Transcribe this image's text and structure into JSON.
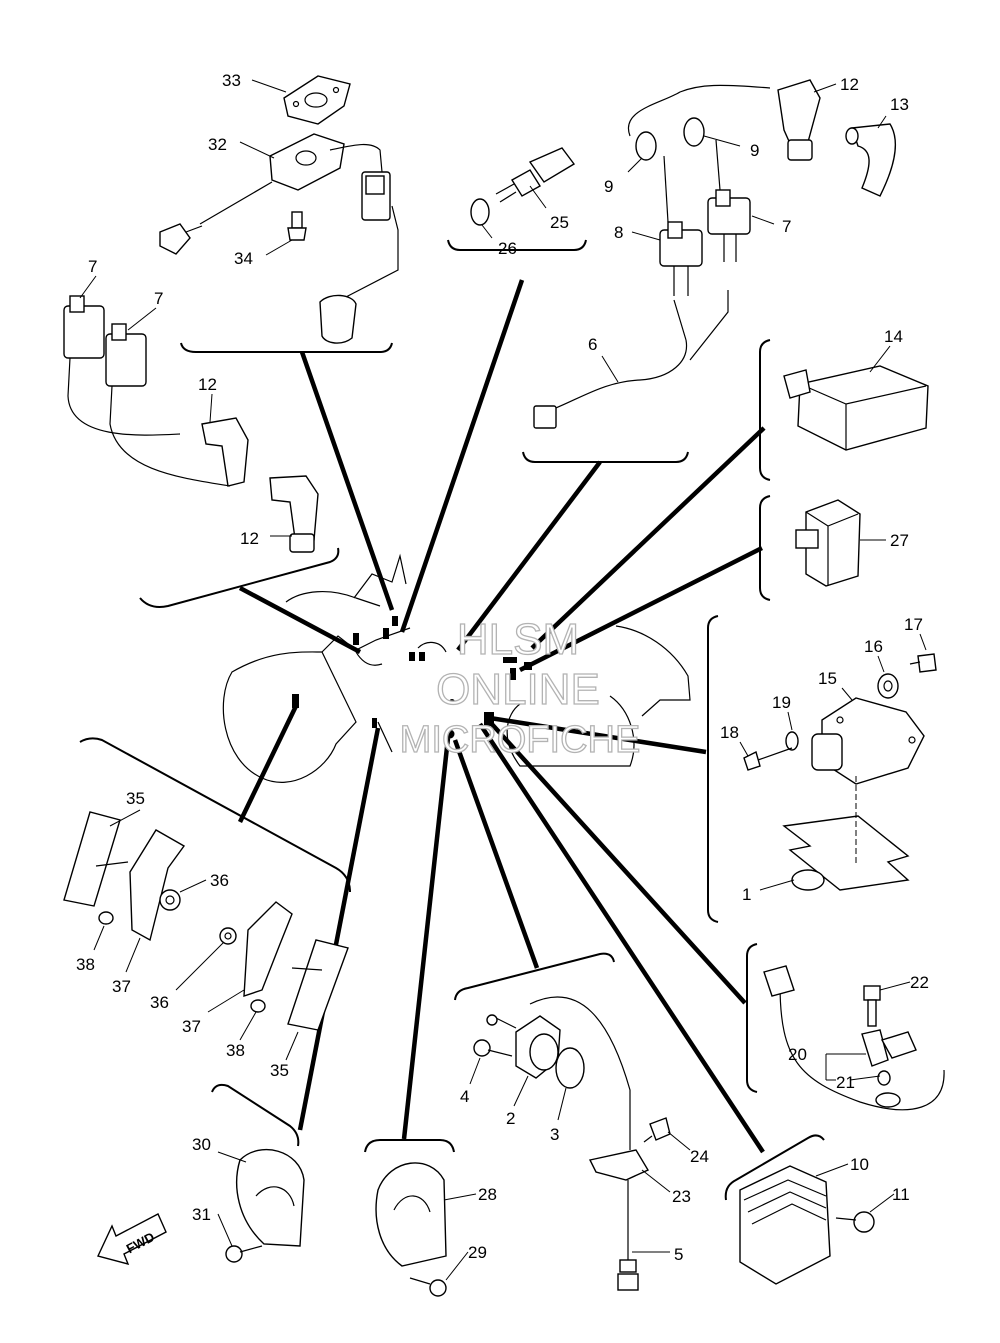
{
  "watermark": {
    "line1": "HLSM",
    "line2": "ONLINE",
    "line3": "MICROFICHE"
  },
  "fwd_label": "FWD",
  "callouts": [
    {
      "id": "c33",
      "text": "33"
    },
    {
      "id": "c32",
      "text": "32"
    },
    {
      "id": "c34",
      "text": "34"
    },
    {
      "id": "c25",
      "text": "25"
    },
    {
      "id": "c26",
      "text": "26"
    },
    {
      "id": "c12a",
      "text": "12"
    },
    {
      "id": "c13",
      "text": "13"
    },
    {
      "id": "c9a",
      "text": "9"
    },
    {
      "id": "c9b",
      "text": "9"
    },
    {
      "id": "c7a",
      "text": "7"
    },
    {
      "id": "c8",
      "text": "8"
    },
    {
      "id": "c6",
      "text": "6"
    },
    {
      "id": "c7b",
      "text": "7"
    },
    {
      "id": "c7c",
      "text": "7"
    },
    {
      "id": "c12b",
      "text": "12"
    },
    {
      "id": "c12c",
      "text": "12"
    },
    {
      "id": "c14",
      "text": "14"
    },
    {
      "id": "c27",
      "text": "27"
    },
    {
      "id": "c17",
      "text": "17"
    },
    {
      "id": "c16",
      "text": "16"
    },
    {
      "id": "c15",
      "text": "15"
    },
    {
      "id": "c19",
      "text": "19"
    },
    {
      "id": "c18",
      "text": "18"
    },
    {
      "id": "c1",
      "text": "1"
    },
    {
      "id": "c35a",
      "text": "35"
    },
    {
      "id": "c36a",
      "text": "36"
    },
    {
      "id": "c38a",
      "text": "38"
    },
    {
      "id": "c37a",
      "text": "37"
    },
    {
      "id": "c36b",
      "text": "36"
    },
    {
      "id": "c37b",
      "text": "37"
    },
    {
      "id": "c38b",
      "text": "38"
    },
    {
      "id": "c35b",
      "text": "35"
    },
    {
      "id": "c22",
      "text": "22"
    },
    {
      "id": "c20",
      "text": "20"
    },
    {
      "id": "c21",
      "text": "21"
    },
    {
      "id": "c4",
      "text": "4"
    },
    {
      "id": "c2",
      "text": "2"
    },
    {
      "id": "c3",
      "text": "3"
    },
    {
      "id": "c24",
      "text": "24"
    },
    {
      "id": "c23",
      "text": "23"
    },
    {
      "id": "c5",
      "text": "5"
    },
    {
      "id": "c10",
      "text": "10"
    },
    {
      "id": "c11",
      "text": "11"
    },
    {
      "id": "c30",
      "text": "30"
    },
    {
      "id": "c31",
      "text": "31"
    },
    {
      "id": "c28",
      "text": "28"
    },
    {
      "id": "c29",
      "text": "29"
    }
  ]
}
